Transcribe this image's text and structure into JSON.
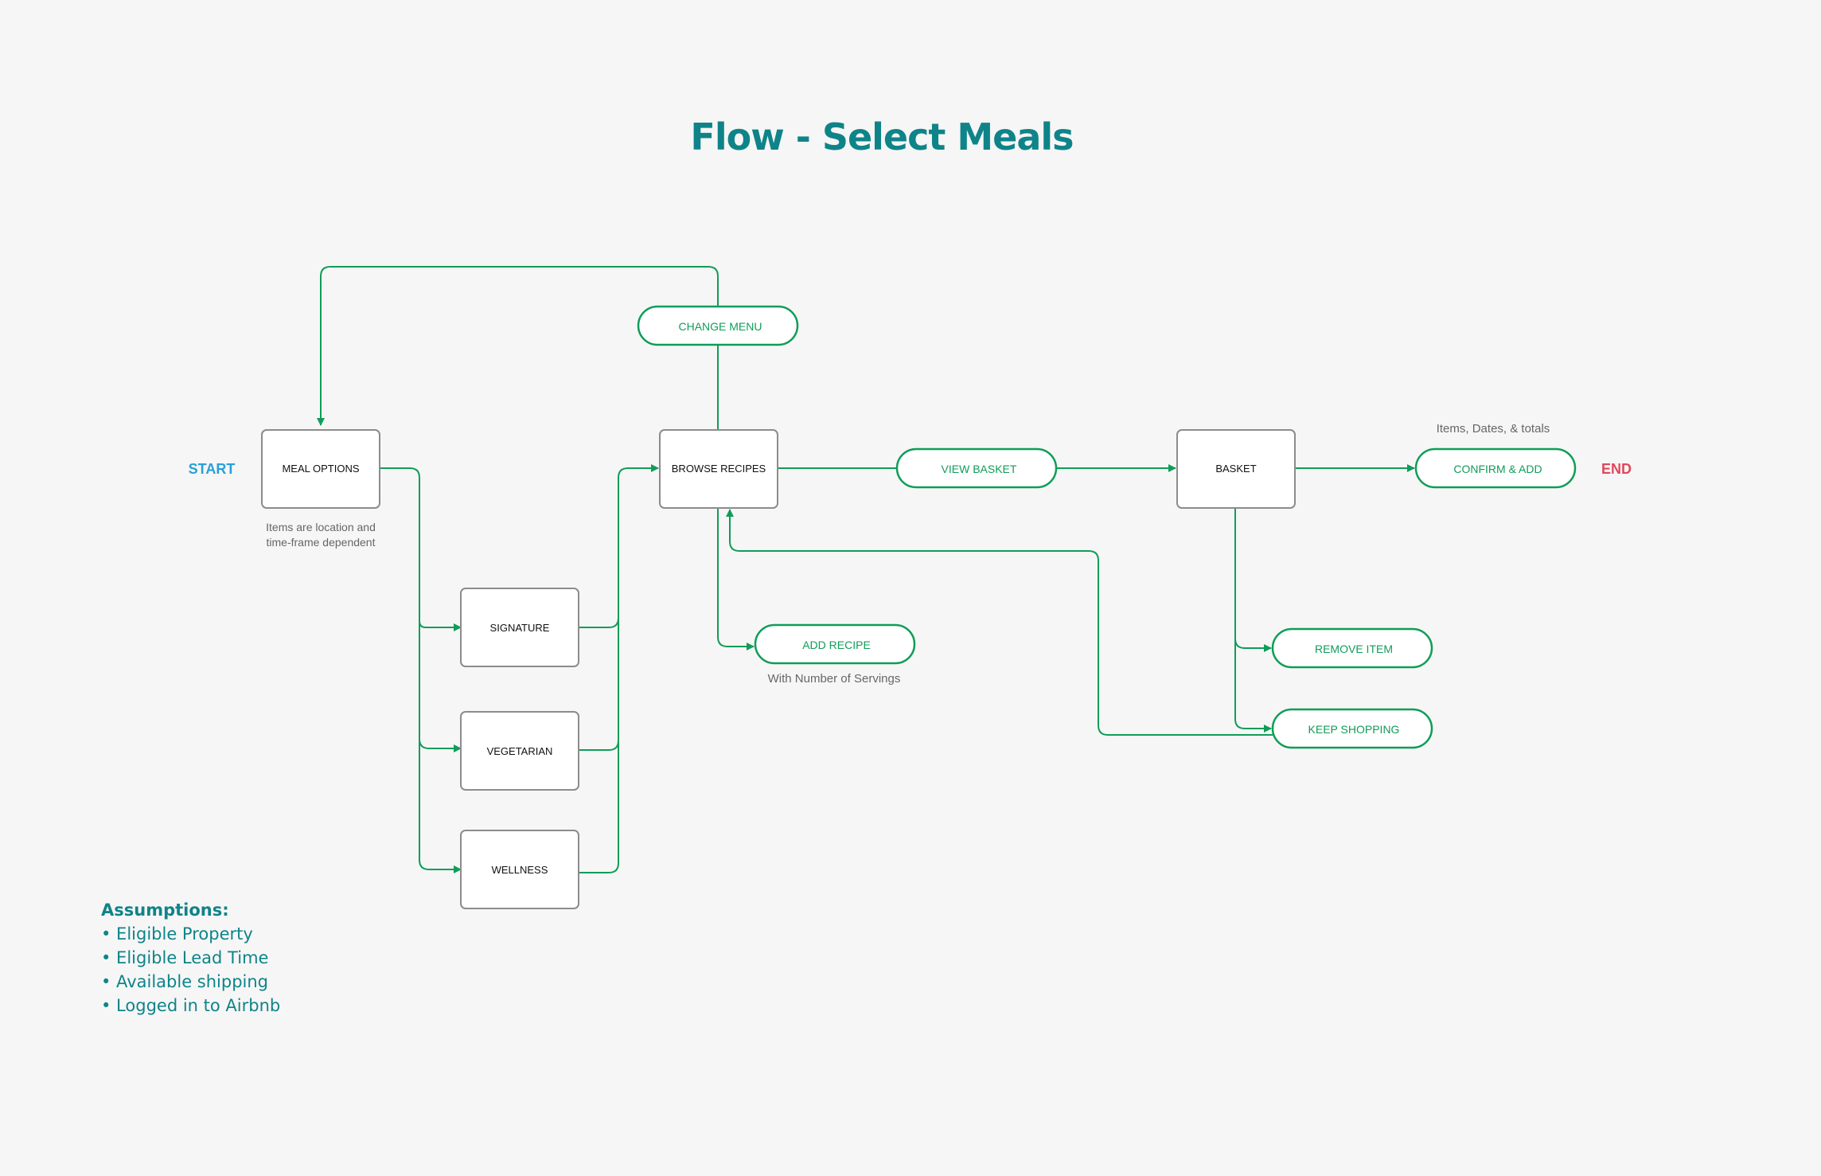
{
  "title": "Flow - Select Meals",
  "start_label": "START",
  "end_label": "END",
  "nodes": {
    "meal_options": "MEAL OPTIONS",
    "signature": "SIGNATURE",
    "vegetarian": "VEGETARIAN",
    "wellness": "WELLNESS",
    "browse_recipes": "BROWSE RECIPES",
    "basket": "BASKET"
  },
  "actions": {
    "change_menu": "CHANGE MENU",
    "view_basket": "VIEW BASKET",
    "add_recipe": "ADD RECIPE",
    "remove_item": "REMOVE ITEM",
    "keep_shopping": "KEEP SHOPPING",
    "confirm_add": "CONFIRM & ADD"
  },
  "notes": {
    "meal_options_line1": "Items are location and",
    "meal_options_line2": "time-frame dependent",
    "add_recipe": "With Number of Servings",
    "confirm_add": "Items, Dates, & totals"
  },
  "assumptions": {
    "heading": "Assumptions:",
    "items": [
      "• Eligible Property",
      "• Eligible Lead Time",
      "• Available shipping",
      "• Logged in to Airbnb"
    ]
  },
  "colors": {
    "background": "#f6f6f6",
    "title": "#0e8489",
    "connector": "#0f9d58",
    "start": "#2b9fd8",
    "end": "#e0485c",
    "box_border": "#8c8c8c"
  }
}
